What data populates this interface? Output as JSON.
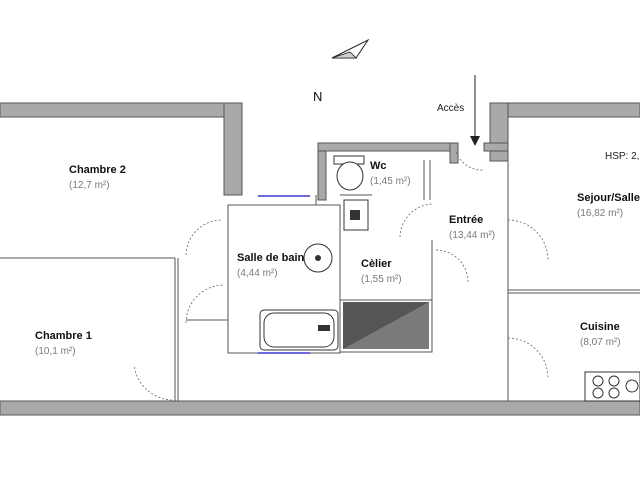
{
  "plan": {
    "north_label": "N",
    "access_label": "Accès",
    "hsp_label": "HSP: 2,",
    "rooms": [
      {
        "name": "Chambre 2",
        "area": "(12,7 m²)"
      },
      {
        "name": "Chambre 1",
        "area": "(10,1 m²)"
      },
      {
        "name": "Wc",
        "area": "(1,45 m²)"
      },
      {
        "name": "Salle de bain",
        "area": "(4,44 m²)"
      },
      {
        "name": "Cèlier",
        "area": "(1,55 m²)"
      },
      {
        "name": "Entrée",
        "area": "(13,44 m²)"
      },
      {
        "name": "Sejour/Salle",
        "area": "(16,82 m²)"
      },
      {
        "name": "Cuisine",
        "area": "(8,07 m²)"
      }
    ]
  }
}
